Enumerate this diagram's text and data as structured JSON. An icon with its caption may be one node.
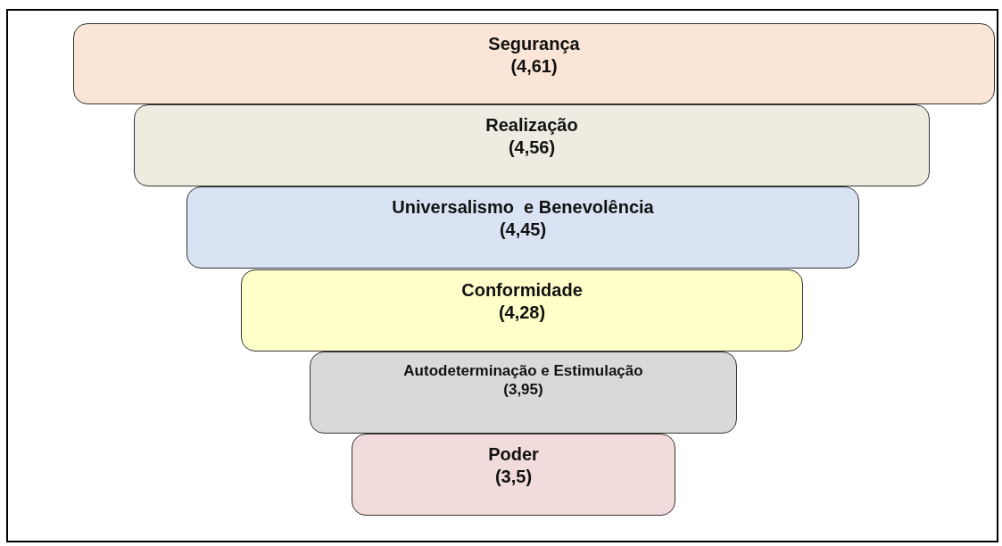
{
  "diagram": {
    "nodes": [
      {
        "text": [
          "Segurança",
          "(4,61)"
        ]
      },
      {
        "text": [
          "Realização",
          "(4,56)"
        ]
      },
      {
        "text": [
          "Universalismo  e Benevolência",
          "(4,45)"
        ]
      },
      {
        "text": [
          "Conformidade",
          "(4,28)"
        ]
      },
      {
        "text": [
          "Autodeterminação e Estimulação",
          "(3,95)"
        ]
      },
      {
        "text": [
          "Poder",
          "(3,5)"
        ]
      }
    ]
  }
}
